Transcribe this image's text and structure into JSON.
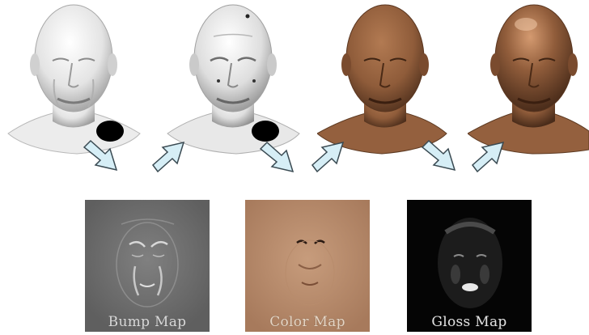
{
  "pipeline": {
    "heads": [
      {
        "id": "base-mesh",
        "tone": "white"
      },
      {
        "id": "bump-applied",
        "tone": "white"
      },
      {
        "id": "color-applied",
        "tone": "brown"
      },
      {
        "id": "gloss-applied",
        "tone": "brown"
      }
    ],
    "arrows": [
      "down-right",
      "up-right",
      "down-right",
      "up-right",
      "down-right",
      "up-right"
    ]
  },
  "maps": [
    {
      "label": "Bump Map",
      "bg": "#6e6e6e"
    },
    {
      "label": "Color Map",
      "bg": "#b68b6c"
    },
    {
      "label": "Gloss Map",
      "bg": "#050505"
    }
  ],
  "colors": {
    "arrow_fill": "#d6eef6",
    "arrow_stroke": "#3a4a52",
    "white_head": "#eeeeee",
    "brown_head": "#9a6441"
  }
}
